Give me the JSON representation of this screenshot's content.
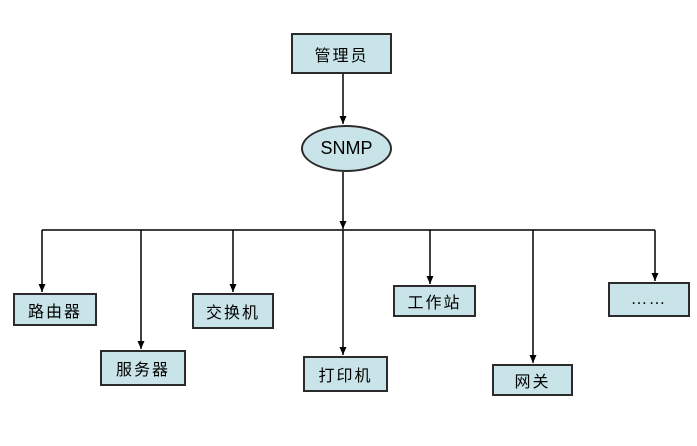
{
  "diagram": {
    "root": {
      "label": "管理员"
    },
    "protocol": {
      "label": "SNMP"
    },
    "devices": [
      {
        "label": "路由器"
      },
      {
        "label": "服务器"
      },
      {
        "label": "交换机"
      },
      {
        "label": "打印机"
      },
      {
        "label": "工作站"
      },
      {
        "label": "网关"
      },
      {
        "label": "……"
      }
    ],
    "colors": {
      "node_fill": "#c8e4e8",
      "node_border": "#2b2b2b",
      "connector": "#000000",
      "background": "#ffffff"
    }
  }
}
